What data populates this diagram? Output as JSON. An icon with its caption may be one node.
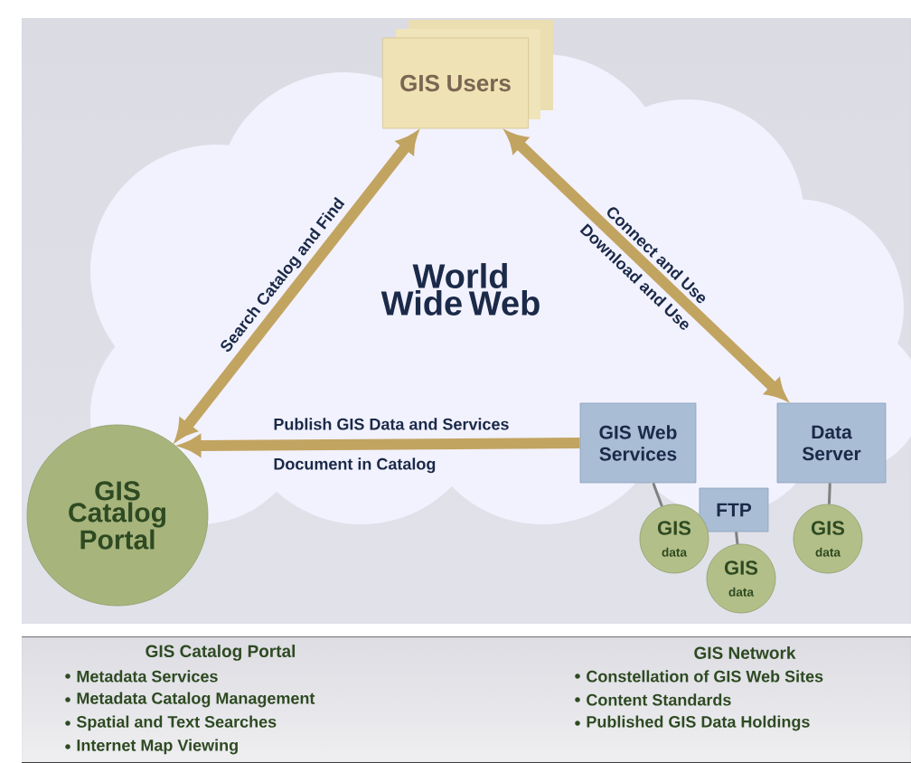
{
  "diagram": {
    "nodes": [
      {
        "text": [
          "World Wide Web"
        ]
      },
      {
        "text": [
          "GIS Users"
        ]
      },
      {
        "text": [
          "GIS Catalog Portal"
        ]
      },
      {
        "text": [
          "GIS Web Services"
        ]
      },
      {
        "text": [
          "Data Server"
        ]
      },
      {
        "text": [
          "FTP"
        ]
      },
      {
        "text": [
          "GIS",
          "data"
        ]
      },
      {
        "text": [
          "GIS",
          "data"
        ]
      },
      {
        "text": [
          "GIS",
          "data"
        ]
      }
    ],
    "edges": [
      {
        "from": 2,
        "to": 1,
        "arrow": "both",
        "label": "Search Catalog and Find",
        "style": "thick",
        "color": "#c2a461"
      },
      {
        "from": 1,
        "to": 4,
        "arrow": "both",
        "label": "Connect and Use",
        "style": "thick",
        "color": "#c2a461"
      },
      {
        "from": 3,
        "to": 2,
        "arrow": "to",
        "label": "Publish GIS Data and Services",
        "style": "thick",
        "color": "#c2a461"
      },
      {
        "from": 3,
        "to": 6,
        "arrow": "none"
      },
      {
        "from": 5,
        "to": 7,
        "arrow": "none"
      },
      {
        "from": 4,
        "to": 8,
        "arrow": "none"
      }
    ],
    "labels": [
      "Download and Use",
      "Document in Catalog",
      "GIS Catalog Portal",
      "Metadata Services",
      "Metadata Catalog Management",
      "Spatial and Text Searches",
      "Internet Map Viewing",
      "GIS Network",
      "Constellation of GIS Web Sites",
      "Content Standards",
      "Published GIS Data Holdings"
    ]
  }
}
